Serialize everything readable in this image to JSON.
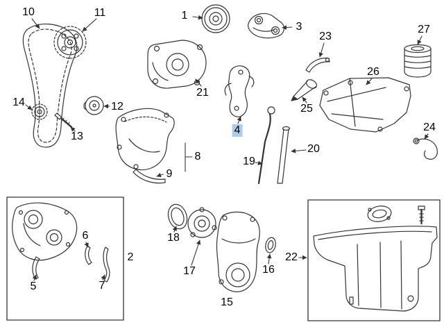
{
  "diagram": {
    "type": "exploded-parts-diagram",
    "highlight_color": "#a9cdea",
    "line_color": "#333333",
    "background": "#ffffff",
    "selected_part": "4",
    "callouts": [
      {
        "num": "1",
        "highlighted": false
      },
      {
        "num": "2",
        "highlighted": false
      },
      {
        "num": "3",
        "highlighted": false
      },
      {
        "num": "4",
        "highlighted": true
      },
      {
        "num": "5",
        "highlighted": false
      },
      {
        "num": "6",
        "highlighted": false
      },
      {
        "num": "7",
        "highlighted": false
      },
      {
        "num": "8",
        "highlighted": false
      },
      {
        "num": "9",
        "highlighted": false
      },
      {
        "num": "10",
        "highlighted": false
      },
      {
        "num": "11",
        "highlighted": false
      },
      {
        "num": "12",
        "highlighted": false
      },
      {
        "num": "13",
        "highlighted": false
      },
      {
        "num": "14",
        "highlighted": false
      },
      {
        "num": "15",
        "highlighted": false
      },
      {
        "num": "16",
        "highlighted": false
      },
      {
        "num": "17",
        "highlighted": false
      },
      {
        "num": "18",
        "highlighted": false
      },
      {
        "num": "19",
        "highlighted": false
      },
      {
        "num": "20",
        "highlighted": false
      },
      {
        "num": "21",
        "highlighted": false
      },
      {
        "num": "22",
        "highlighted": false
      },
      {
        "num": "23",
        "highlighted": false
      },
      {
        "num": "24",
        "highlighted": false
      },
      {
        "num": "25",
        "highlighted": false
      },
      {
        "num": "26",
        "highlighted": false
      },
      {
        "num": "27",
        "highlighted": false
      }
    ]
  }
}
